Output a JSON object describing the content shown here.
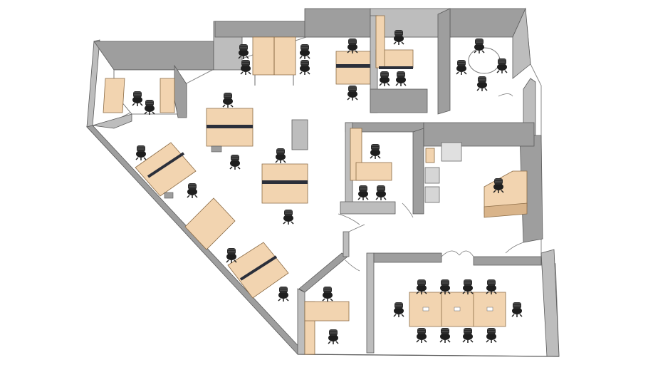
{
  "image": {
    "kind": "3D isometric office floor plan model",
    "colors": {
      "background": "#ffffff",
      "floor": "#ffffff",
      "wall_top": "#ffffff",
      "wall_side": "#9e9e9e",
      "wall_side_light": "#bdbdbd",
      "wall_edge": "#5a5a5a",
      "desk_top": "#f2d4b0",
      "desk_side": "#d9b48a",
      "screen_divider": "#2b2f3a",
      "chair": "#1e1e1e",
      "chair_seat": "#333333"
    },
    "rooms": [
      "open-office",
      "small-meeting-room",
      "round-table-room",
      "manager-office",
      "reception",
      "private-office",
      "conference-room"
    ],
    "furniture_counts": {
      "conference_table_chairs": 10,
      "round_table_chairs": 4
    }
  }
}
